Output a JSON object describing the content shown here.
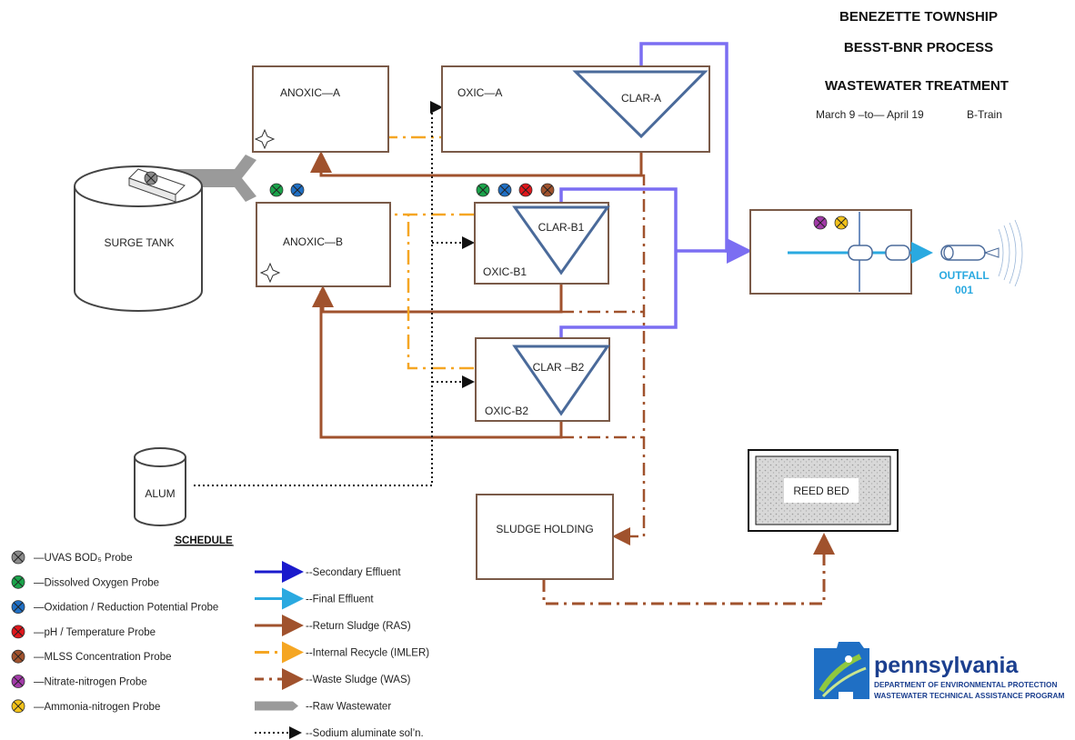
{
  "title": {
    "line1": "BENEZETTE TOWNSHIP",
    "line2": "BESST-BNR PROCESS",
    "line3": "WASTEWATER TREATMENT",
    "dates": "March 9 –to— April 19",
    "train": "B-Train"
  },
  "units": {
    "anoxic_a": "ANOXIC—A",
    "oxic_a": "OXIC—A",
    "clar_a": "CLAR-A",
    "anoxic_b": "ANOXIC—B",
    "clar_b1": "CLAR-B1",
    "oxic_b1": "OXIC-B1",
    "clar_b2": "CLAR –B2",
    "oxic_b2": "OXIC-B2",
    "surge_tank": "SURGE TANK",
    "alum": "ALUM",
    "sludge_holding": "SLUDGE  HOLDING",
    "reed_bed": "REED BED",
    "outfall": "OUTFALL",
    "outfall_num": "001"
  },
  "schedule": {
    "title": "SCHEDULE",
    "probes": [
      {
        "label": "—UVAS BOD₅ Probe",
        "color": "#8a8a8a"
      },
      {
        "label": "—Dissolved Oxygen Probe",
        "color": "#1aa34a"
      },
      {
        "label": "—Oxidation / Reduction Potential Probe",
        "color": "#1f6fc4"
      },
      {
        "label": "—pH / Temperature Probe",
        "color": "#e0161b"
      },
      {
        "label": "—MLSS Concentration Probe",
        "color": "#a0522d"
      },
      {
        "label": "—Nitrate-nitrogen Probe",
        "color": "#a23aa8"
      },
      {
        "label": "—Ammonia-nitrogen Probe",
        "color": "#f2c21a"
      }
    ],
    "lines": [
      {
        "label": "--Secondary Effluent",
        "color": "#1a1acc"
      },
      {
        "label": "--Final Effluent",
        "color": "#2aa9e0"
      },
      {
        "label": "--Return Sludge  (RAS)",
        "color": "#a0522d"
      },
      {
        "label": "--Internal Recycle (IMLER)",
        "color": "#f5a623"
      },
      {
        "label": "--Waste Sludge (WAS)",
        "color": "#a0522d"
      },
      {
        "label": "--Raw Wastewater",
        "color": "#9a9a9a"
      },
      {
        "label": "--Sodium aluminate  sol’n.",
        "color": "#111111"
      }
    ]
  },
  "logo": {
    "name": "pennsylvania",
    "dept": "DEPARTMENT OF ENVIRONMENTAL PROTECTION",
    "program": "WASTEWATER TECHNICAL ASSISTANCE PROGRAM"
  },
  "colors": {
    "secondary_effluent": "#7b6ef2",
    "final_effluent": "#2aa9e0",
    "return_sludge": "#a0522d",
    "internal_recycle": "#f5a623",
    "raw_wastewater": "#9a9a9a",
    "unit_border": "#7a5a48",
    "clarifier": "#4a6a9a"
  }
}
